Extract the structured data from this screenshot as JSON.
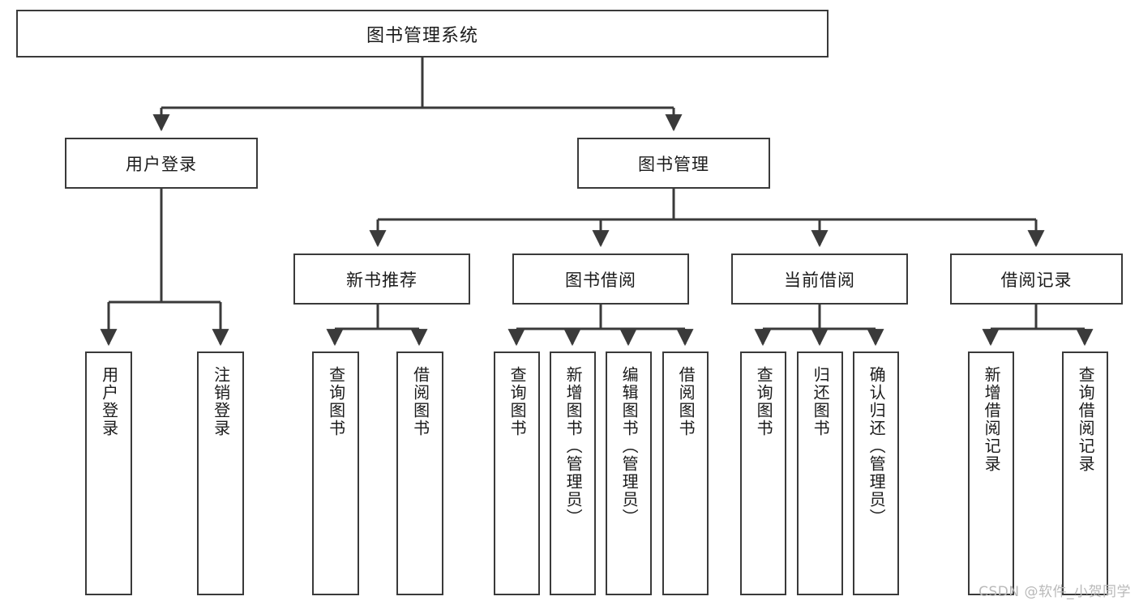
{
  "diagram": {
    "title": "图书管理系统",
    "type": "tree-hierarchy",
    "root": {
      "label": "图书管理系统"
    },
    "level2": [
      {
        "id": "user-login",
        "label": "用户登录"
      },
      {
        "id": "book-manage",
        "label": "图书管理"
      }
    ],
    "level3": [
      {
        "id": "new-book-recommend",
        "label": "新书推荐",
        "parent": "book-manage"
      },
      {
        "id": "book-borrow",
        "label": "图书借阅",
        "parent": "book-manage"
      },
      {
        "id": "current-borrow",
        "label": "当前借阅",
        "parent": "book-manage"
      },
      {
        "id": "borrow-record",
        "label": "借阅记录",
        "parent": "book-manage"
      }
    ],
    "leaves": {
      "user-login": [
        {
          "id": "leaf-user-login",
          "label": "用户登录"
        },
        {
          "id": "leaf-logout",
          "label": "注销登录"
        }
      ],
      "new-book-recommend": [
        {
          "id": "leaf-query-book-1",
          "label": "查询图书"
        },
        {
          "id": "leaf-borrow-book-1",
          "label": "借阅图书"
        }
      ],
      "book-borrow": [
        {
          "id": "leaf-query-book-2",
          "label": "查询图书"
        },
        {
          "id": "leaf-add-book",
          "label": "新增图书（管理员）"
        },
        {
          "id": "leaf-edit-book",
          "label": "编辑图书（管理员）"
        },
        {
          "id": "leaf-borrow-book-2",
          "label": "借阅图书"
        }
      ],
      "current-borrow": [
        {
          "id": "leaf-query-book-3",
          "label": "查询图书"
        },
        {
          "id": "leaf-return-book",
          "label": "归还图书"
        },
        {
          "id": "leaf-confirm-return",
          "label": "确认归还（管理员）"
        }
      ],
      "borrow-record": [
        {
          "id": "leaf-add-record",
          "label": "新增借阅记录"
        },
        {
          "id": "leaf-query-record",
          "label": "查询借阅记录"
        }
      ]
    },
    "watermark": "CSDN @软件_小贺同学",
    "colors": {
      "stroke": "#3a3a3a",
      "fill": "#ffffff",
      "text": "#1b1b1b",
      "watermark": "#b9b9b9"
    }
  }
}
